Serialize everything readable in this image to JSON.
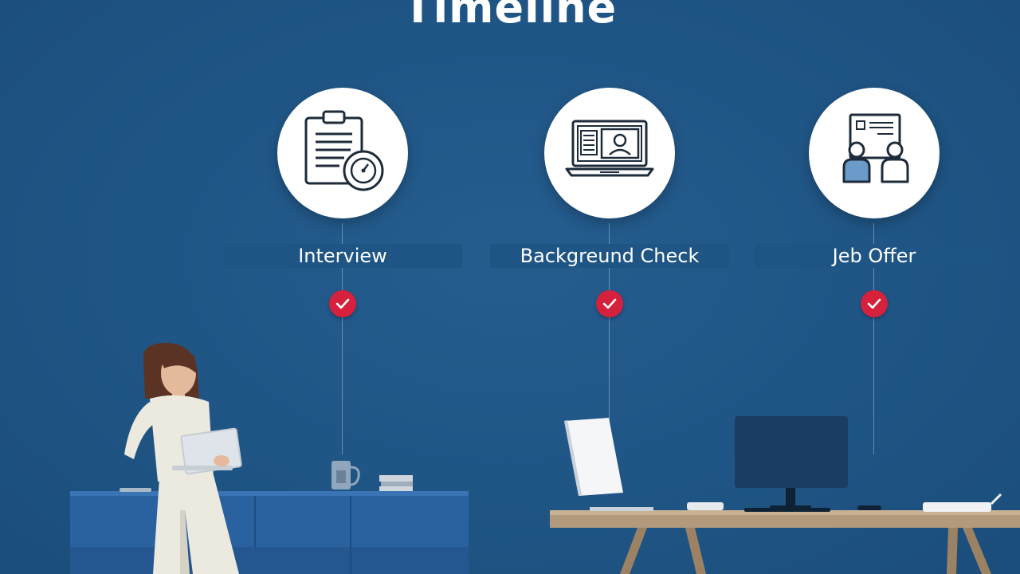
{
  "title": "Timeline",
  "steps": [
    {
      "label": "Interview",
      "icon": "clipboard-stopwatch-icon",
      "status_icon": "check-icon",
      "completed": true
    },
    {
      "label": "Backgreund Check",
      "icon": "laptop-video-call-icon",
      "status_icon": "check-icon",
      "completed": true
    },
    {
      "label": "Jeb Offer",
      "icon": "people-document-icon",
      "status_icon": "check-icon",
      "completed": true
    }
  ],
  "colors": {
    "background": "#1f5585",
    "circle": "#ffffff",
    "check": "#d6213c",
    "icon_stroke": "#1d2b3a",
    "icon_accent": "#6a9bc9",
    "desk_left": "#2a62a0",
    "desk_right": "#b49a7c",
    "monitor": "#1a3d63"
  }
}
